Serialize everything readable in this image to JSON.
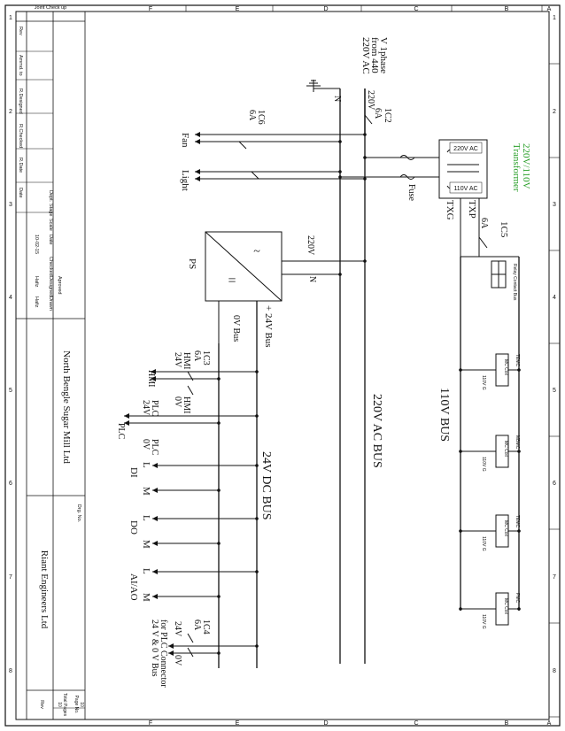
{
  "border": {
    "columns_top": [
      "F",
      "E",
      "D",
      "C",
      "B",
      "A"
    ],
    "columns_bottom": [
      "F",
      "E",
      "D",
      "C",
      "B",
      "A"
    ],
    "rows_left": [
      "1",
      "2",
      "3",
      "4",
      "5",
      "6",
      "7",
      "8"
    ],
    "rows_right": [
      "1",
      "2",
      "3",
      "4",
      "5",
      "6",
      "7",
      "8"
    ]
  },
  "title_block": {
    "joint_check": "Joint Check up",
    "rev_fields": [
      "Rev",
      "Ammd. to",
      "R.Designed",
      "R.Checked",
      "R.Date",
      "Date"
    ],
    "info_labels": [
      "Dept.",
      "Stage",
      "Scale",
      "Date",
      "Checked",
      "Designed",
      "Drawn"
    ],
    "info_values": [
      "",
      "",
      "",
      "10-02-15",
      "",
      "Hafiz",
      "Hafiz"
    ],
    "approved": "Aproved",
    "company": "North Bengle Sugar Mill Ltd",
    "drawing_no_label": "Drg. No.",
    "engineer": "Riant Engineers Ltd",
    "page_label": "Page No.",
    "page_value": "10",
    "total_pages_label": "Total Pages",
    "total_pages_value": "10",
    "rev_label": "Rev"
  },
  "diagram": {
    "supply": "220V AC\nfrom 440\nV 1phase",
    "neutral": "N",
    "breaker_main": {
      "name": "1C2",
      "rating": "6A",
      "voltage": "220V"
    },
    "breaker_fan_light": {
      "name": "1C6",
      "rating": "6A"
    },
    "fan": "Fan",
    "light": "Light",
    "fuse": "Fuse",
    "transformer_title": "Transformer\n220V/110V",
    "transformer_primary": "220V AC",
    "transformer_secondary": "110V AC",
    "txg": "TXG",
    "txp": "TXP",
    "breaker_secondary": {
      "name": "1C5",
      "rating": "6A"
    },
    "bus_110": "110V BUS",
    "bus_220": "220V AC BUS",
    "bus_24dc": "24V DC BUS",
    "ps_label": "PS",
    "ps_in_voltage": "220V",
    "ps_in_neutral": "N",
    "plus_24": "+ 24V Bus",
    "zero_v_bus": "0V Bus",
    "relay_contact_bus": "Relay Contact Bus",
    "relays": [
      {
        "coil": "MC Coil",
        "contact": "TEMC",
        "g": "110V G"
      },
      {
        "coil": "MC Coil",
        "contact": "MBMC",
        "g": "110V G"
      },
      {
        "coil": "MC Coil",
        "contact": "TEMC",
        "g": "110V G"
      },
      {
        "coil": "MC Coil",
        "contact": "PMC",
        "g": "110V G"
      }
    ],
    "breaker_hmi": {
      "name": "1C3",
      "rating": "6A"
    },
    "hmi_24": "24V\nHMI",
    "hmi_0": "0V\nHMI",
    "plc_24": "24V\nPLC",
    "plc_0": "0V\nPLC",
    "hmi_word": "HMI",
    "plc_word": "PLC",
    "di_label": "DI",
    "do_label": "DO",
    "ai_label": "AI/AO",
    "l_label": "L",
    "m_label": "M",
    "breaker_conn": {
      "name": "1C4",
      "rating": "6A"
    },
    "conn_24": "24V",
    "conn_0": "0V",
    "conn_text": "24 V & 0 V Bus\nfor PLC Connector"
  },
  "colors": {
    "line": "#111111",
    "accent_green": "#2aa02a"
  }
}
